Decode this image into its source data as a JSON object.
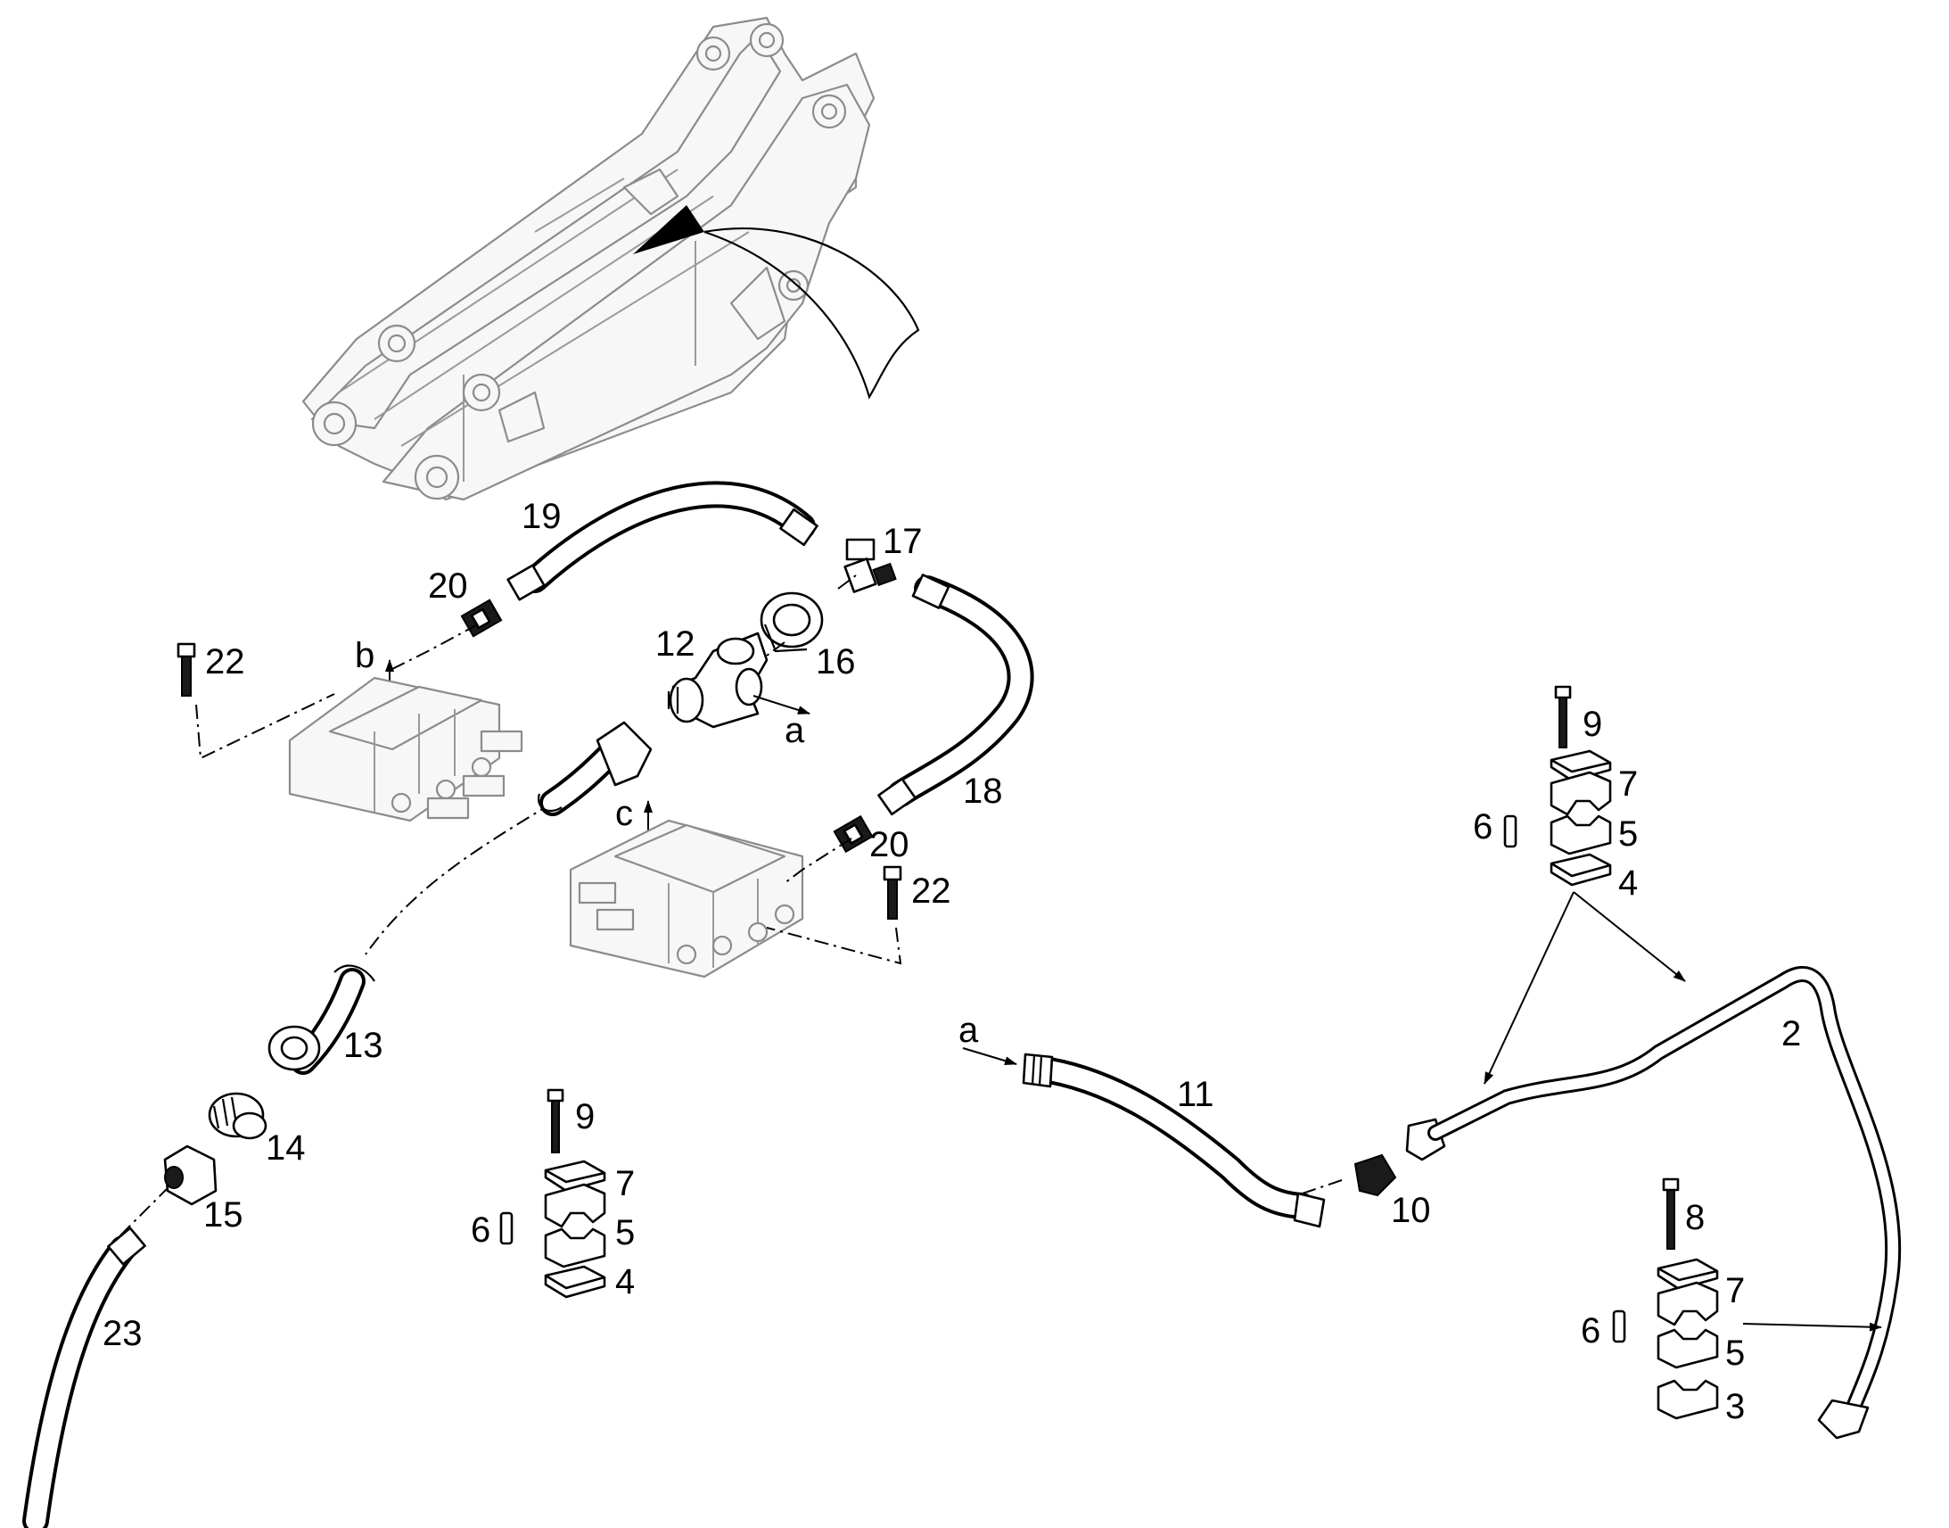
{
  "labels": {
    "item_2": "2",
    "item_3": "3",
    "item_4_right": "4",
    "item_4_left": "4",
    "item_5_right": "5",
    "item_5_left": "5",
    "item_5_bottom": "5",
    "item_6_right": "6",
    "item_6_left": "6",
    "item_6_bottom": "6",
    "item_7_right": "7",
    "item_7_left": "7",
    "item_7_bottom": "7",
    "item_8": "8",
    "item_9_right": "9",
    "item_9_left": "9",
    "item_10": "10",
    "item_11": "11",
    "item_12": "12",
    "item_13": "13",
    "item_14": "14",
    "item_15": "15",
    "item_16": "16",
    "item_17": "17",
    "item_18": "18",
    "item_19": "19",
    "item_20_top": "20",
    "item_20_mid": "20",
    "item_22_left": "22",
    "item_22_right": "22",
    "item_23": "23",
    "ref_a_top": "a",
    "ref_a_mid": "a",
    "ref_b": "b",
    "ref_c": "c"
  },
  "colors": {
    "ink": "#000000",
    "ghost_outline": "#8c8c8c",
    "background": "#ffffff"
  }
}
